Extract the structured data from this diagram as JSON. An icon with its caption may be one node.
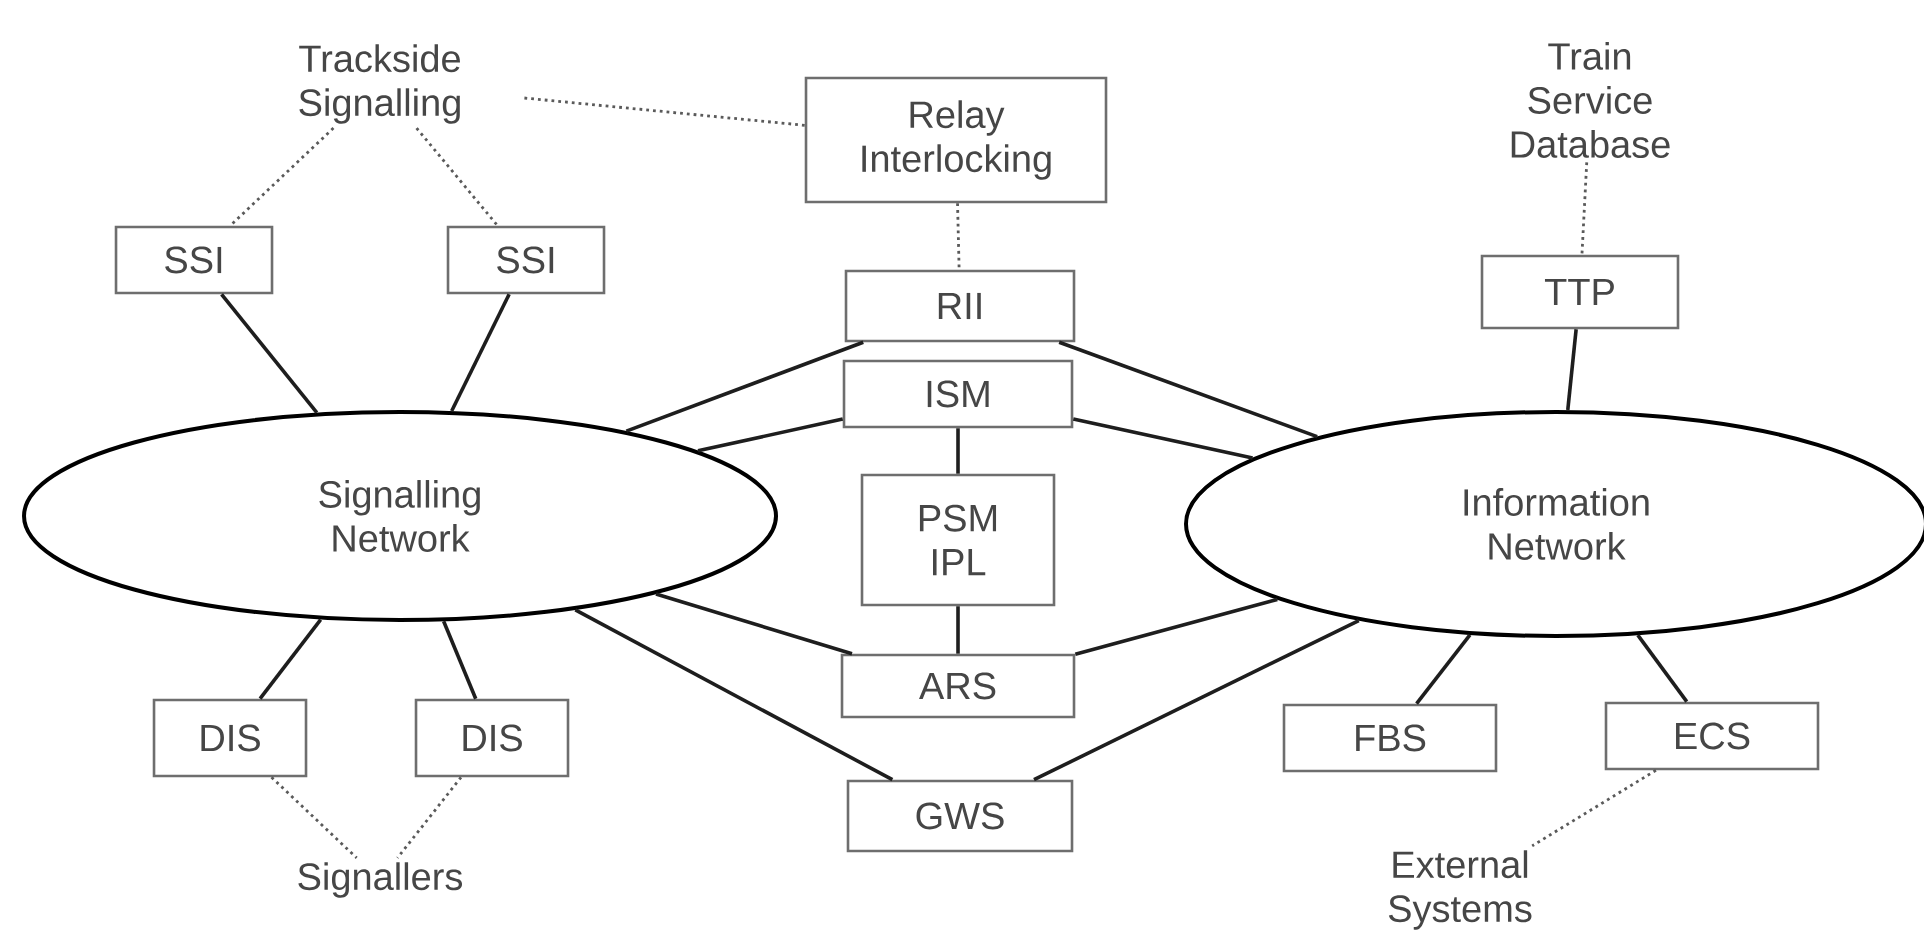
{
  "diagram": {
    "nodes": [
      {
        "text": [
          "Trackside Signalling"
        ]
      },
      {
        "text": [
          "Relay Interlocking"
        ]
      },
      {
        "text": [
          "Train Service Database"
        ]
      },
      {
        "text": [
          "SSI"
        ]
      },
      {
        "text": [
          "SSI"
        ]
      },
      {
        "text": [
          "RII"
        ]
      },
      {
        "text": [
          "ISM"
        ]
      },
      {
        "text": [
          "PSM IPL"
        ]
      },
      {
        "text": [
          "ARS"
        ]
      },
      {
        "text": [
          "GWS"
        ]
      },
      {
        "text": [
          "TTP"
        ]
      },
      {
        "text": [
          "Signalling Network"
        ]
      },
      {
        "text": [
          "Information Network"
        ]
      },
      {
        "text": [
          "DIS"
        ]
      },
      {
        "text": [
          "DIS"
        ]
      },
      {
        "text": [
          "FBS"
        ]
      },
      {
        "text": [
          "ECS"
        ]
      },
      {
        "text": [
          "Signallers"
        ]
      },
      {
        "text": [
          "External Systems"
        ]
      }
    ],
    "edges": [
      {
        "from": 0,
        "to": 1,
        "arrow": "none",
        "style": "dashed"
      },
      {
        "from": 0,
        "to": 3,
        "arrow": "none",
        "style": "dashed"
      },
      {
        "from": 0,
        "to": 4,
        "arrow": "none",
        "style": "dashed"
      },
      {
        "from": 1,
        "to": 5,
        "arrow": "none",
        "style": "dashed"
      },
      {
        "from": 2,
        "to": 10,
        "arrow": "none",
        "style": "dashed"
      },
      {
        "from": 3,
        "to": 11,
        "arrow": "none"
      },
      {
        "from": 4,
        "to": 11,
        "arrow": "none"
      },
      {
        "from": 11,
        "to": 5,
        "arrow": "none"
      },
      {
        "from": 11,
        "to": 6,
        "arrow": "none"
      },
      {
        "from": 11,
        "to": 8,
        "arrow": "none"
      },
      {
        "from": 11,
        "to": 9,
        "arrow": "none"
      },
      {
        "from": 5,
        "to": 12,
        "arrow": "none"
      },
      {
        "from": 6,
        "to": 12,
        "arrow": "none"
      },
      {
        "from": 8,
        "to": 12,
        "arrow": "none"
      },
      {
        "from": 9,
        "to": 12,
        "arrow": "none"
      },
      {
        "from": 10,
        "to": 12,
        "arrow": "none"
      },
      {
        "from": 6,
        "to": 7,
        "arrow": "none"
      },
      {
        "from": 7,
        "to": 8,
        "arrow": "none"
      },
      {
        "from": 11,
        "to": 13,
        "arrow": "none"
      },
      {
        "from": 11,
        "to": 14,
        "arrow": "none"
      },
      {
        "from": 12,
        "to": 15,
        "arrow": "none"
      },
      {
        "from": 12,
        "to": 16,
        "arrow": "none"
      },
      {
        "from": 13,
        "to": 17,
        "arrow": "none",
        "style": "dashed"
      },
      {
        "from": 14,
        "to": 17,
        "arrow": "none",
        "style": "dashed"
      },
      {
        "from": 16,
        "to": 18,
        "arrow": "none",
        "style": "dashed"
      }
    ]
  }
}
